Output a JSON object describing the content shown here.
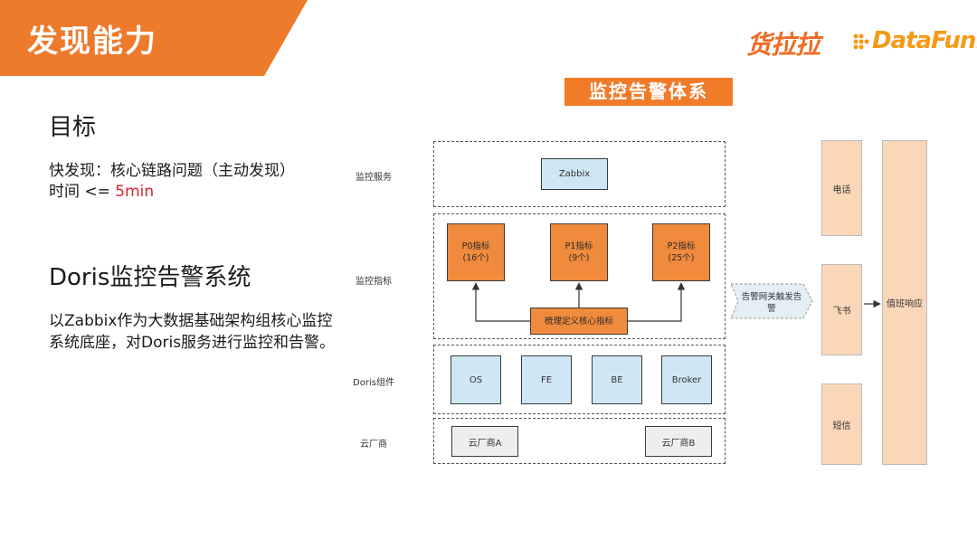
{
  "header": {
    "title": "发现能力",
    "banner_color": "#ee7a2c"
  },
  "logos": {
    "huolala": "货拉拉",
    "datafun": "DataFun."
  },
  "left": {
    "goal_heading": "目标",
    "goal_line1": "快发现：核心链路问题（主动发现）",
    "goal_line2_prefix": "时间 <= ",
    "goal_line2_value": "5min",
    "doris_heading": "Doris监控告警系统",
    "desc_line1": "以Zabbix作为大数据基础架构组核心监控",
    "desc_line2": "系统底座，对Doris服务进行监控和告警。"
  },
  "diagram": {
    "title": "监控告警体系",
    "row_labels": {
      "service": "监控服务",
      "metrics": "监控指标",
      "components": "Doris组件",
      "cloud": "云厂商"
    },
    "service_box": "Zabbix",
    "metrics": [
      {
        "line1": "P0指标",
        "line2": "(16个)"
      },
      {
        "line1": "P1指标",
        "line2": "(9个)"
      },
      {
        "line1": "P2指标",
        "line2": "(25个)"
      }
    ],
    "core_metric": "梳理定义核心指标",
    "components": [
      "OS",
      "FE",
      "BE",
      "Broker"
    ],
    "cloud": [
      "云厂商A",
      "云厂商B"
    ],
    "alert_callout": "告警网关触发告警",
    "channels": [
      "电话",
      "飞书",
      "短信"
    ],
    "oncall": "值班响应",
    "colors": {
      "orange": "#f08a3c",
      "blue": "#cfe7f5",
      "peach": "#fbd7b9"
    }
  }
}
